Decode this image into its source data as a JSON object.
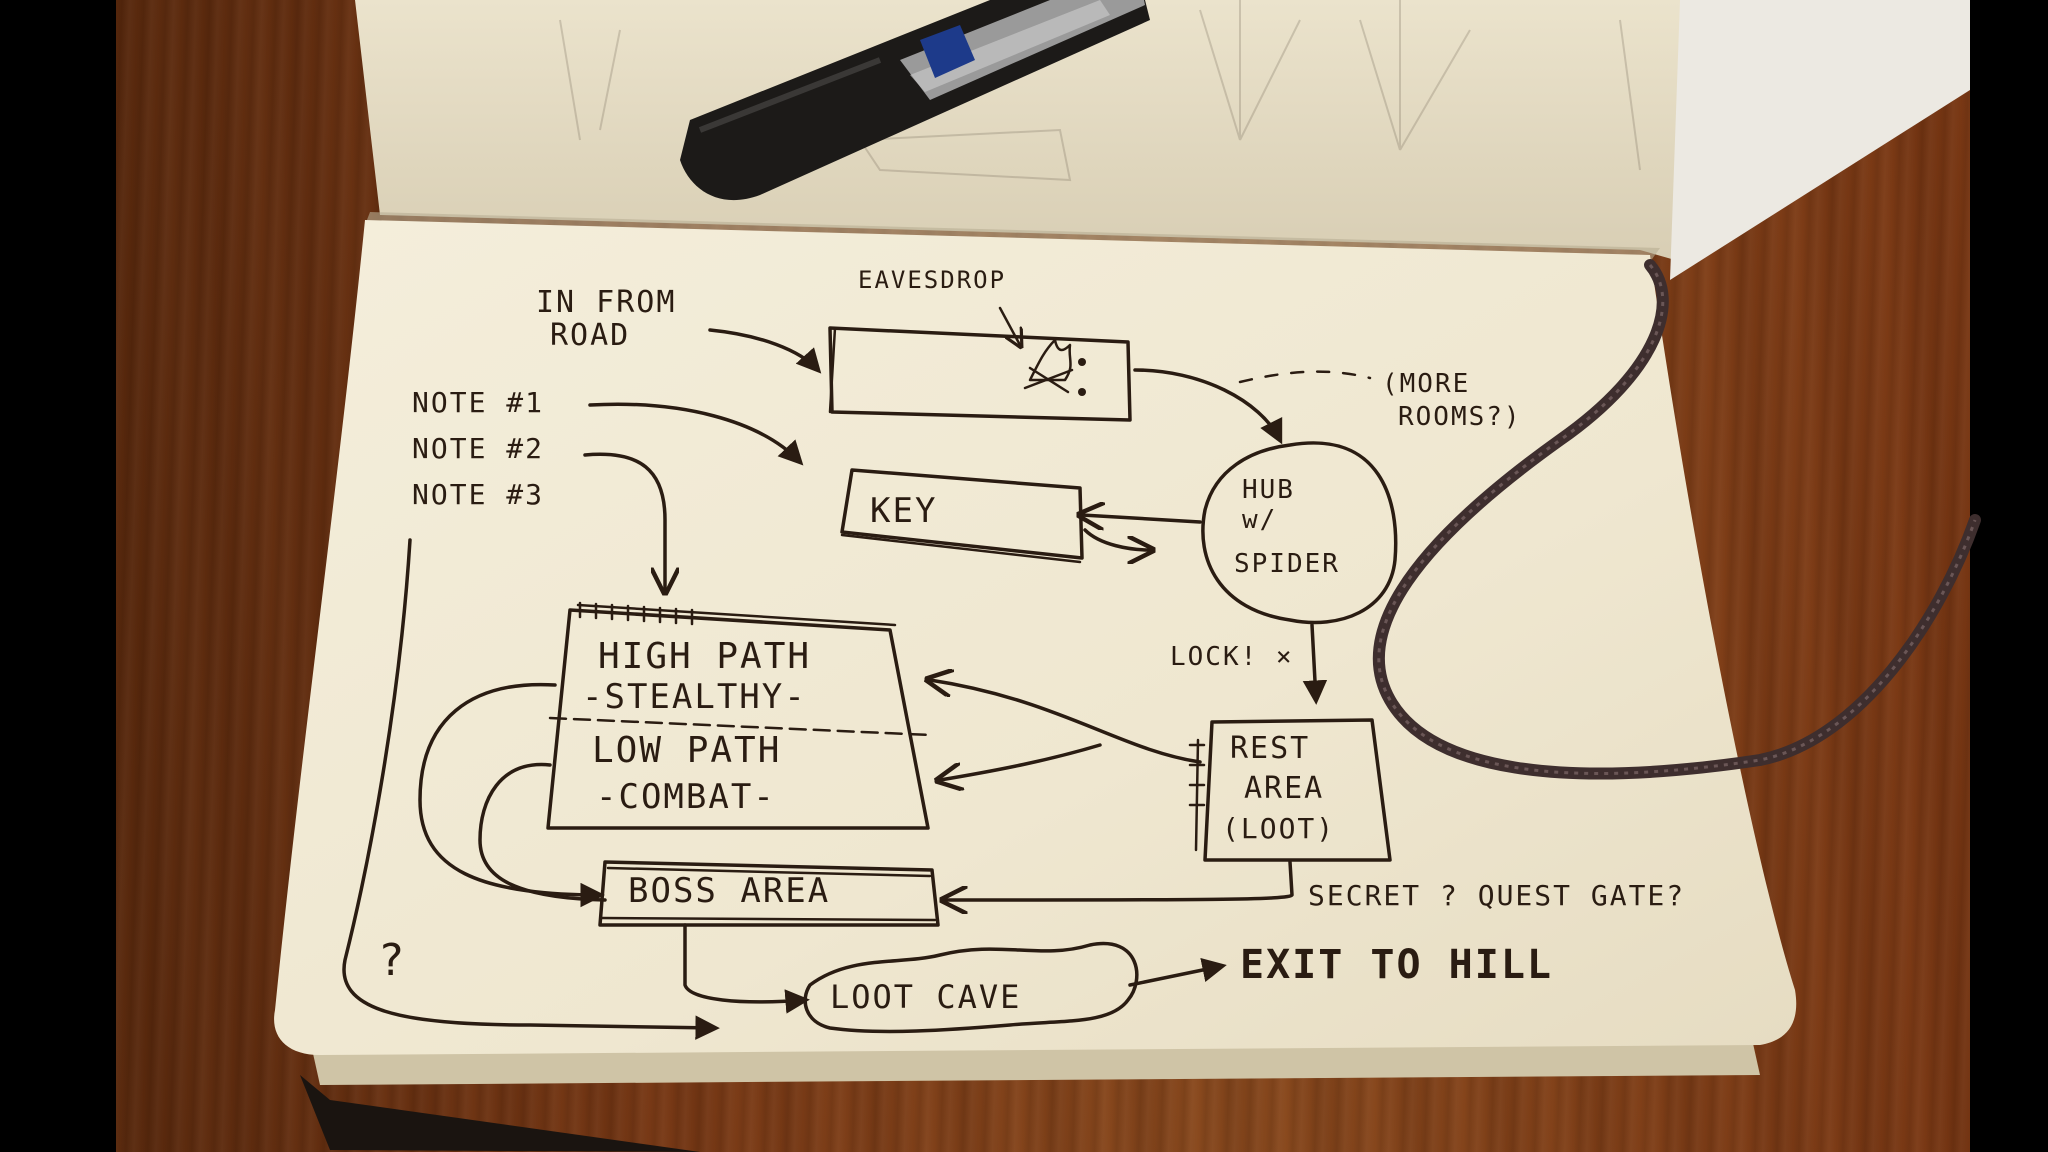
{
  "sketch": {
    "in_from_road": [
      "IN FROM",
      "ROAD"
    ],
    "eavesdrop": "EAVESDROP",
    "more_rooms": [
      "(MORE",
      "ROOMS?)"
    ],
    "notes": [
      "NOTE #1",
      "NOTE #2",
      "NOTE #3"
    ],
    "key": "KEY",
    "hub": [
      "HUB",
      "w/",
      "SPIDER"
    ],
    "lock": "LOCK! ×",
    "high_path": "HIGH PATH",
    "stealthy": "-STEALTHY-",
    "low_path": "LOW PATH",
    "combat": "-COMBAT-",
    "rest_area": [
      "REST",
      "AREA",
      "(LOOT)"
    ],
    "boss_area": "BOSS AREA",
    "secret": "SECRET ? QUEST GATE?",
    "question": "?",
    "loot_cave": "LOOT CAVE",
    "exit": "EXIT TO HILL"
  },
  "colors": {
    "paper": "#f2ecd8",
    "ink": "#2a1c12",
    "wood": "#7a3a16",
    "ribbon": "#3e2e2e"
  }
}
